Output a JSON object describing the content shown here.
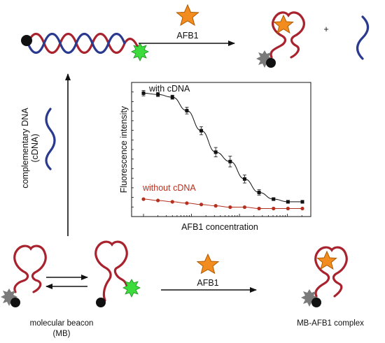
{
  "labels": {
    "top_arrow": "AFB1",
    "plus": "+",
    "bottom_arrow": "AFB1",
    "vertical_line1": "complementary DNA",
    "vertical_line2": "(cDNA)",
    "mb_line1": "molecular beacon",
    "mb_line2": "(MB)",
    "complex": "MB-AFB1 complex"
  },
  "colors": {
    "helix_red": "#a8232e",
    "helix_blue": "#2a3a8f",
    "star_fill": "#f28c1e",
    "star_stroke": "#b05a00",
    "fluorophore": "#3ddc3d",
    "quencher_star": "#7a7a7a",
    "ball": "#111111",
    "with_series": "#111111",
    "without_series": "#b5301f"
  },
  "chart_data": {
    "type": "line",
    "xlabel": "AFB1 concentration",
    "ylabel": "Fluorescence intensity",
    "x_scale": "log",
    "ylim": [
      0,
      100
    ],
    "series": [
      {
        "name": "with cDNA",
        "x": [
          1,
          2,
          4,
          8,
          16,
          32,
          64,
          128,
          256,
          512,
          1024,
          2048
        ],
        "values": [
          92,
          91,
          89,
          79,
          64,
          48,
          41,
          28,
          18,
          13,
          11,
          11
        ],
        "error": [
          2,
          1.5,
          1.5,
          2.5,
          3,
          3.5,
          4,
          3,
          2,
          1,
          1,
          1
        ]
      },
      {
        "name": "without cDNA",
        "x": [
          1,
          2,
          4,
          8,
          16,
          32,
          64,
          128,
          256,
          512,
          1024,
          2048
        ],
        "values": [
          13,
          12,
          11,
          10,
          9,
          8,
          7,
          7,
          6,
          6,
          6,
          6
        ]
      }
    ]
  }
}
